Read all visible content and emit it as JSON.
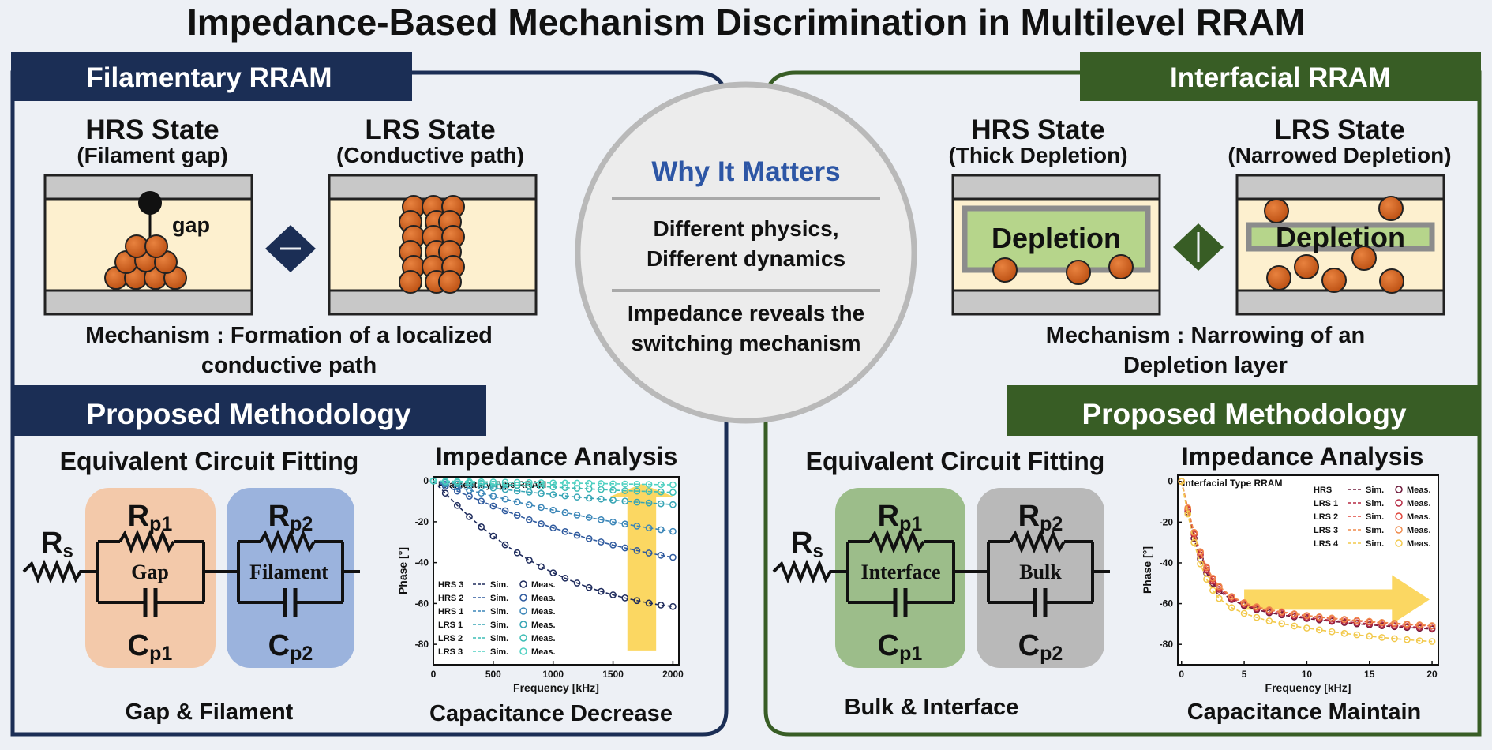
{
  "title": "Impedance-Based Mechanism Discrimination in Multilevel RRAM",
  "colors": {
    "navy": "#1b2e55",
    "green": "#385d25",
    "copper": "#cc5a1a",
    "cream": "#fdf0cf",
    "metal": "#c8c8c8",
    "gap_box": "#f3c9aa",
    "filament_box": "#9bb3dd",
    "interface_box": "#9cbd8a",
    "bulk_box": "#b9b9b9",
    "depletion": "#b6d58b",
    "highlight_arrow": "#fbd55a"
  },
  "left": {
    "header": "Filamentary RRAM",
    "hrs_title": "HRS State",
    "hrs_sub": "(Filament gap)",
    "lrs_title": "LRS State",
    "lrs_sub": "(Conductive path)",
    "gap_label": "gap",
    "mechanism_line1": "Mechanism : Formation of a localized",
    "mechanism_line2": "conductive path",
    "method_header": "Proposed Methodology",
    "circuit_title": "Equivalent Circuit Fitting",
    "rs_label": "R",
    "rs_sub": "s",
    "rp1_label": "R",
    "rp1_sub": "p1",
    "rp2_label": "R",
    "rp2_sub": "p2",
    "cp1_label": "C",
    "cp1_sub": "p1",
    "cp2_label": "C",
    "cp2_sub": "p2",
    "box1_label": "Gap",
    "box2_label": "Filament",
    "circuit_caption": "Gap & Filament",
    "analysis_title": "Impedance Analysis",
    "analysis_caption": "Capacitance Decrease"
  },
  "right": {
    "header": "Interfacial RRAM",
    "hrs_title": "HRS State",
    "hrs_sub": "(Thick Depletion)",
    "lrs_title": "LRS State",
    "lrs_sub": "(Narrowed Depletion)",
    "depletion_label": "Depletion",
    "mechanism_line1": "Mechanism : Narrowing of an",
    "mechanism_line2": "Depletion layer",
    "method_header": "Proposed Methodology",
    "circuit_title": "Equivalent Circuit Fitting",
    "rs_label": "R",
    "rs_sub": "s",
    "rp1_label": "R",
    "rp1_sub": "p1",
    "rp2_label": "R",
    "rp2_sub": "p2",
    "cp1_label": "C",
    "cp1_sub": "p1",
    "cp2_label": "C",
    "cp2_sub": "p2",
    "box1_label": "Interface",
    "box2_label": "Bulk",
    "circuit_caption": "Bulk & Interface",
    "analysis_title": "Impedance Analysis",
    "analysis_caption": "Capacitance Maintain"
  },
  "center": {
    "title": "Why It Matters",
    "line1": "Different physics,",
    "line2": "Different dynamics",
    "line3": "Impedance reveals the",
    "line4": "switching mechanism"
  },
  "chart_data": [
    {
      "type": "line",
      "title": "Filamentary Type RRAM",
      "xlabel": "Frequency [kHz]",
      "ylabel": "Phase [°]",
      "xlim": [
        0,
        2050
      ],
      "ylim": [
        -90,
        2
      ],
      "xticks": [
        0,
        500,
        1000,
        1500,
        2000
      ],
      "yticks": [
        0,
        -20,
        -40,
        -60,
        -80
      ],
      "legend_position": "bottom-left",
      "sim_label": "Sim.",
      "meas_label": "Meas.",
      "x": [
        0,
        100,
        200,
        300,
        400,
        500,
        600,
        700,
        800,
        900,
        1000,
        1100,
        1200,
        1300,
        1400,
        1500,
        1600,
        1700,
        1800,
        1900,
        2000
      ],
      "series": [
        {
          "name": "HRS 3",
          "color": "#1e2b5c",
          "values": [
            0,
            -6,
            -12,
            -17.5,
            -22.5,
            -27,
            -31.3,
            -35.2,
            -38.8,
            -42,
            -45,
            -47.6,
            -50,
            -52.2,
            -54.1,
            -55.8,
            -57.3,
            -58.6,
            -59.8,
            -60.8,
            -61.5
          ]
        },
        {
          "name": "HRS 2",
          "color": "#2f5a9e",
          "values": [
            0,
            -2.5,
            -5,
            -7.5,
            -9.9,
            -12.3,
            -14.6,
            -16.8,
            -19,
            -21,
            -23,
            -24.8,
            -26.6,
            -28.3,
            -29.9,
            -31.4,
            -32.8,
            -34.1,
            -35.3,
            -36.4,
            -37.4
          ]
        },
        {
          "name": "HRS 1",
          "color": "#3b86b8",
          "values": [
            0,
            -1.5,
            -3,
            -4.5,
            -6,
            -7.5,
            -8.9,
            -10.3,
            -11.7,
            -13,
            -14.3,
            -15.5,
            -16.7,
            -17.9,
            -19,
            -20.1,
            -21.1,
            -22.1,
            -23,
            -23.9,
            -24.7
          ]
        },
        {
          "name": "LRS 1",
          "color": "#37a5b5",
          "values": [
            0,
            -0.7,
            -1.4,
            -2.1,
            -2.8,
            -3.5,
            -4.2,
            -4.9,
            -5.5,
            -6.1,
            -6.7,
            -7.3,
            -7.9,
            -8.4,
            -8.9,
            -9.4,
            -9.9,
            -10.4,
            -10.8,
            -11.2,
            -11.6
          ]
        },
        {
          "name": "LRS 2",
          "color": "#3dbdb5",
          "values": [
            0,
            -0.3,
            -0.6,
            -0.9,
            -1.2,
            -1.5,
            -1.8,
            -2.1,
            -2.4,
            -2.7,
            -3,
            -3.3,
            -3.6,
            -3.9,
            -4.2,
            -4.5,
            -4.8,
            -5,
            -5.2,
            -5.4,
            -5.6
          ]
        },
        {
          "name": "LRS 3",
          "color": "#4fd1c2",
          "values": [
            0,
            -0.1,
            -0.2,
            -0.3,
            -0.4,
            -0.5,
            -0.6,
            -0.7,
            -0.8,
            -0.9,
            -1,
            -1.05,
            -1.1,
            -1.2,
            -1.3,
            -1.4,
            -1.5,
            -1.6,
            -1.7,
            -1.8,
            -1.9
          ]
        }
      ]
    },
    {
      "type": "line",
      "title": "Interfacial Type RRAM",
      "xlabel": "Frequency [kHz]",
      "ylabel": "Phase [°]",
      "xlim": [
        -0.3,
        20.5
      ],
      "ylim": [
        -90,
        3
      ],
      "xticks": [
        0,
        5,
        10,
        15,
        20
      ],
      "yticks": [
        0,
        -20,
        -40,
        -60,
        -80
      ],
      "legend_position": "top-right",
      "sim_label": "Sim.",
      "meas_label": "Meas.",
      "x": [
        0,
        0.5,
        1,
        1.5,
        2,
        2.5,
        3,
        4,
        5,
        6,
        7,
        8,
        9,
        10,
        11,
        12,
        13,
        14,
        15,
        16,
        17,
        18,
        19,
        20
      ],
      "series": [
        {
          "name": "HRS",
          "color": "#6e1a3b",
          "values": [
            0,
            -15,
            -28,
            -38,
            -45,
            -50,
            -54,
            -58,
            -61,
            -63,
            -64.5,
            -65.5,
            -66.5,
            -67.3,
            -68,
            -68.7,
            -69.3,
            -69.9,
            -70.4,
            -70.9,
            -71.3,
            -71.7,
            -72.1,
            -72.5
          ]
        },
        {
          "name": "LRS 1",
          "color": "#b52842",
          "values": [
            0,
            -14,
            -26,
            -36,
            -43.5,
            -49,
            -53,
            -57.5,
            -60.5,
            -62.5,
            -64,
            -65,
            -66,
            -66.8,
            -67.5,
            -68.2,
            -68.8,
            -69.4,
            -69.9,
            -70.4,
            -70.8,
            -71.2,
            -71.6,
            -72
          ]
        },
        {
          "name": "LRS 2",
          "color": "#e0463c",
          "values": [
            0,
            -13.5,
            -25.5,
            -35,
            -42.5,
            -48,
            -52,
            -56.8,
            -59.8,
            -61.8,
            -63.2,
            -64.3,
            -65.2,
            -66,
            -66.7,
            -67.3,
            -67.9,
            -68.5,
            -69,
            -69.5,
            -69.9,
            -70.3,
            -70.7,
            -71
          ]
        },
        {
          "name": "LRS 3",
          "color": "#ef8a4c",
          "values": [
            0,
            -13,
            -25,
            -34.5,
            -42,
            -47.5,
            -51.5,
            -56.5,
            -59.5,
            -61.5,
            -63,
            -64,
            -65,
            -65.8,
            -66.5,
            -67.1,
            -67.7,
            -68.2,
            -68.7,
            -69.2,
            -69.6,
            -70,
            -70.4,
            -70.8
          ]
        },
        {
          "name": "LRS 4",
          "color": "#f2c94c",
          "values": [
            0,
            -16,
            -30,
            -40.5,
            -48,
            -53.5,
            -57.5,
            -62,
            -64.8,
            -66.8,
            -68.5,
            -69.8,
            -71,
            -72,
            -72.9,
            -73.8,
            -74.6,
            -75.3,
            -76,
            -76.6,
            -77.2,
            -77.7,
            -78.2,
            -78.6
          ]
        }
      ]
    }
  ]
}
